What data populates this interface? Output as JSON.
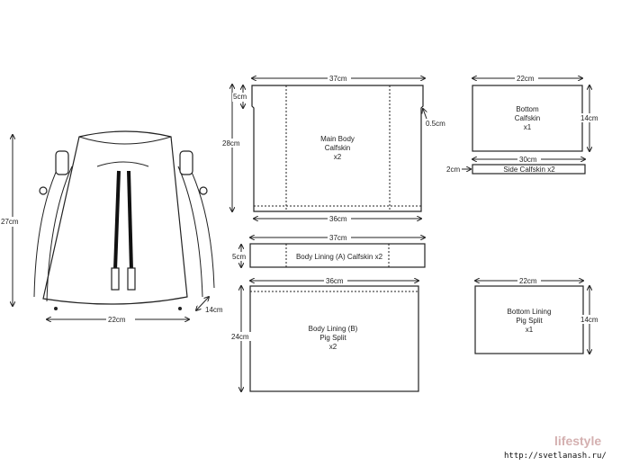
{
  "bag": {
    "height": "27cm",
    "width": "22cm",
    "depth": "14cm"
  },
  "main_body": {
    "title": "Main Body",
    "material": "Calfskin",
    "qty": "x2",
    "top_width": "37cm",
    "bottom_width": "36cm",
    "height": "28cm",
    "notch": "5cm",
    "offset": "0.5cm"
  },
  "lining_a": {
    "label": "Body Lining (A)  Calfskin  x2",
    "width": "37cm",
    "height": "5cm"
  },
  "lining_b": {
    "title": "Body Lining (B)",
    "material": "Pig Split",
    "qty": "x2",
    "width": "36cm",
    "height": "24cm"
  },
  "bottom": {
    "title": "Bottom",
    "material": "Calfskin",
    "qty": "x1",
    "width": "22cm",
    "height": "14cm"
  },
  "side": {
    "label": "Side  Calfskin  x2",
    "width": "30cm",
    "height": "2cm"
  },
  "bottom_lining": {
    "title": "Bottom Lining",
    "material": "Pig Split",
    "qty": "x1",
    "width": "22cm",
    "height": "14cm"
  },
  "watermark": {
    "url": "http://svetlanash.ru/",
    "brand": "lifestyle"
  }
}
